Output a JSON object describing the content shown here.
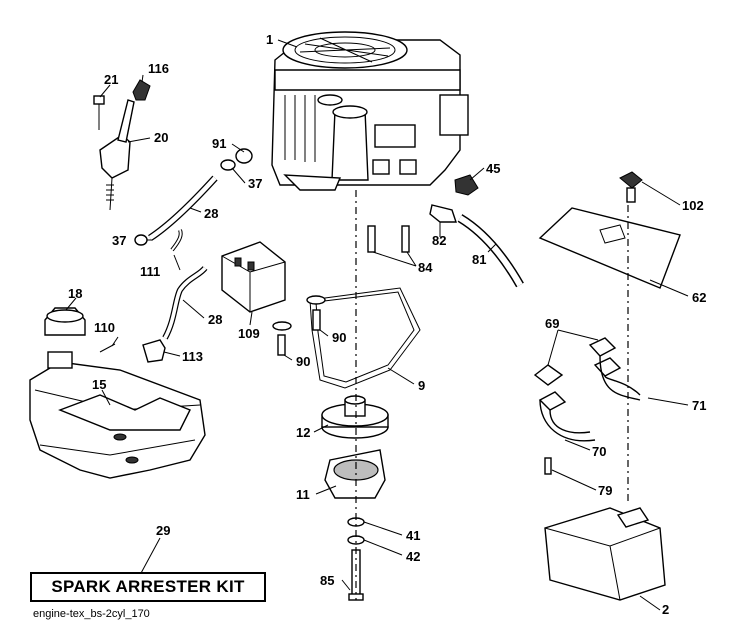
{
  "diagram": {
    "box_label": "SPARK ARRESTER KIT",
    "footer_code": "engine-tex_bs-2cyl_170",
    "callouts": {
      "p1": "1",
      "p2": "2",
      "p9": "9",
      "p11": "11",
      "p12": "12",
      "p15": "15",
      "p18": "18",
      "p20": "20",
      "p21": "21",
      "p28a": "28",
      "p28b": "28",
      "p29": "29",
      "p37a": "37",
      "p37b": "37",
      "p41": "41",
      "p42": "42",
      "p45": "45",
      "p62": "62",
      "p69": "69",
      "p70": "70",
      "p71": "71",
      "p79": "79",
      "p81": "81",
      "p82": "82",
      "p84": "84",
      "p85": "85",
      "p90a": "90",
      "p90b": "90",
      "p91": "91",
      "p102": "102",
      "p109": "109",
      "p110": "110",
      "p111": "111",
      "p113": "113",
      "p116": "116"
    }
  }
}
